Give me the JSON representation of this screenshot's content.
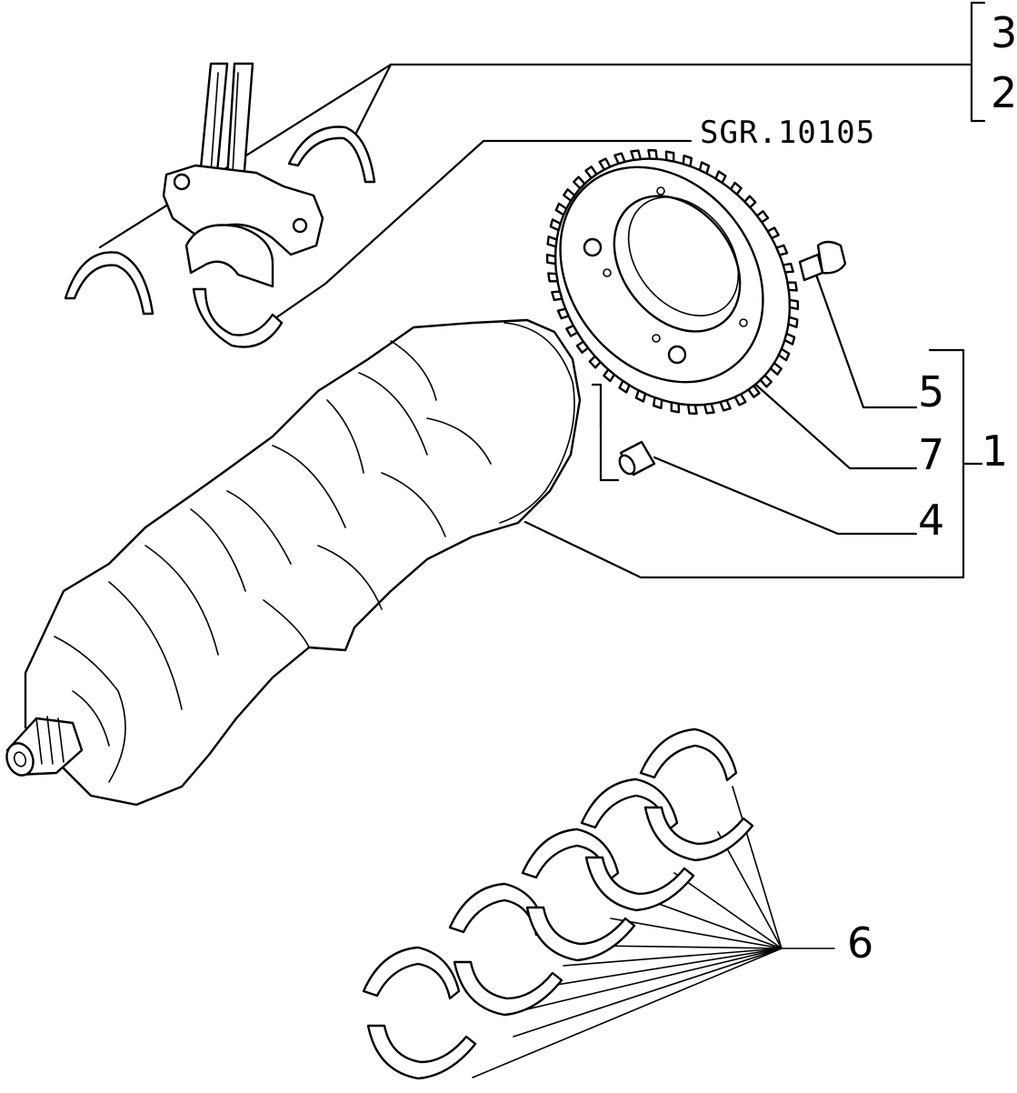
{
  "reference_code": "SGR.10105",
  "callouts": {
    "c1": "1",
    "c2": "2",
    "c3": "3",
    "c4": "4",
    "c5": "5",
    "c6": "6",
    "c7": "7"
  },
  "colors": {
    "line": "#000000",
    "background": "#ffffff"
  }
}
